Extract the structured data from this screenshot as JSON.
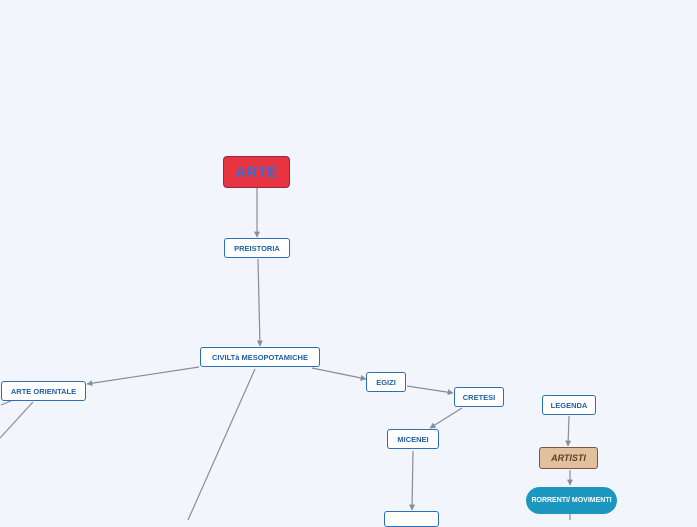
{
  "map": {
    "root": "ARTE",
    "nodes": {
      "preistoria": "PREISTORIA",
      "mesopotamiche": "CIVILTà MESOPOTAMICHE",
      "arte_orientale": "ARTE ORIENTALE",
      "egizi": "EGIZI",
      "cretesi": "CRETESI",
      "micenei": "MICENEI",
      "legenda": "LEGENDA",
      "artisti": "ARTISTI",
      "movimenti": "RORRENTI/ MOVIMENTI",
      "bottom_node": ""
    }
  },
  "colors": {
    "background": "#f2f5fc",
    "root_fill": "#e8343e",
    "root_text": "#2f6ee0",
    "node_border": "#2a6fb8",
    "node_text": "#1f5fa8",
    "artisti_fill": "#e2bf9d",
    "movimenti_fill": "#1b97c0",
    "connector": "#8c8c98"
  }
}
